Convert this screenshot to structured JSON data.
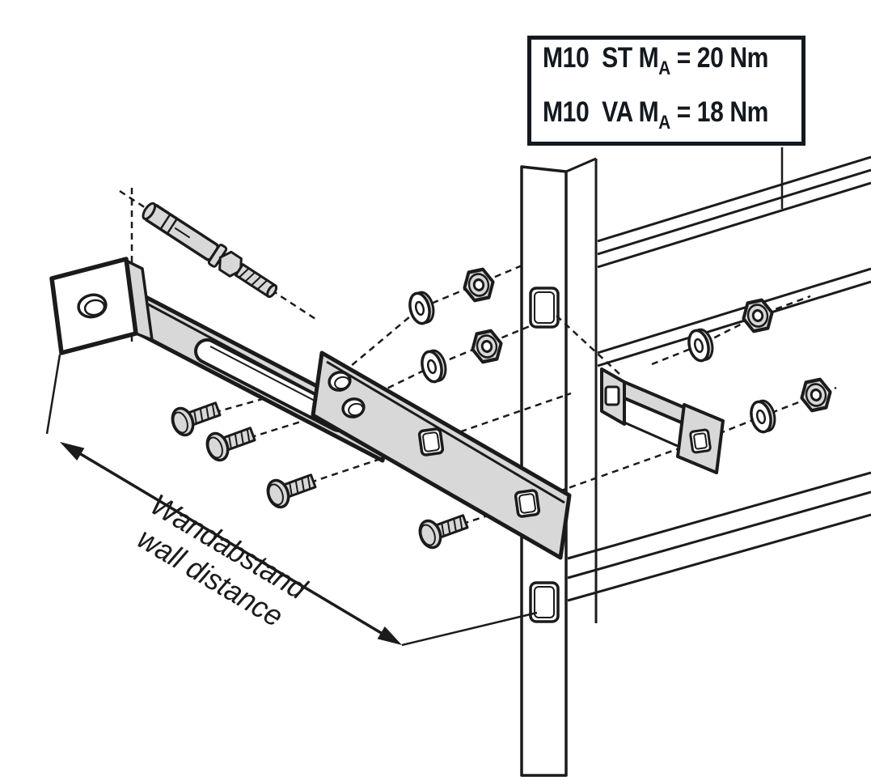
{
  "illustration": {
    "type": "exploded-assembly-diagram",
    "parts": [
      "expansion-anchor-bolt",
      "wall-bracket",
      "slotted-wall-bracket",
      "mounting-plate",
      "carriage-bolts",
      "washers",
      "flange-nuts",
      "hook-bracket",
      "rack-post",
      "rack-frame"
    ]
  },
  "torque_box": {
    "line1": {
      "prefix": "M10  ST M",
      "sub": "A",
      "suffix": " = 20 Nm"
    },
    "line2": {
      "prefix": "M10  VA M",
      "sub": "A",
      "suffix": " = 18 Nm"
    }
  },
  "distance_label": {
    "line1": "Wandabstand",
    "line2": "wall distance"
  },
  "colors": {
    "line": "#1b1b1b",
    "part_fill": "#d8d8d8",
    "background": "#ffffff"
  }
}
